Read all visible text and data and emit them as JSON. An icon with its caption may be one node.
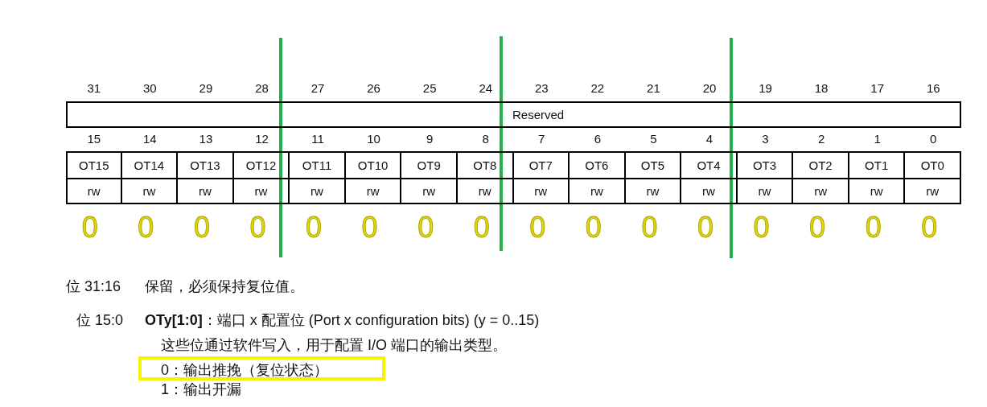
{
  "diagram": {
    "nodes": [
      {
        "text": [
          "0：输出推挽（复位状态）"
        ]
      }
    ],
    "labels": [
      "31",
      "30",
      "29",
      "28",
      "27",
      "26",
      "25",
      "24",
      "23",
      "22",
      "21",
      "20",
      "19",
      "18",
      "17",
      "16",
      "Reserved",
      "15",
      "14",
      "13",
      "12",
      "11",
      "10",
      "9",
      "8",
      "7",
      "6",
      "5",
      "4",
      "3",
      "2",
      "1",
      "0",
      "OT15",
      "OT14",
      "OT13",
      "OT12",
      "OT11",
      "OT10",
      "OT9",
      "OT8",
      "OT7",
      "OT6",
      "OT5",
      "OT4",
      "OT3",
      "OT2",
      "OT1",
      "OT0",
      "rw",
      "rw",
      "rw",
      "rw",
      "rw",
      "rw",
      "rw",
      "rw",
      "rw",
      "rw",
      "rw",
      "rw",
      "rw",
      "rw",
      "rw",
      "rw",
      "0",
      "0",
      "0",
      "0",
      "0",
      "0",
      "0",
      "0",
      "0",
      "0",
      "0",
      "0",
      "0",
      "0",
      "0",
      "0",
      "位 31:16",
      "保留，必须保持复位值。",
      "位 15:0",
      "**OTy[1:0]**：端口 x 配置位 (Port x configuration bits) (y = 0..15)",
      "这些位通过软件写入，用于配置 I/O 端口的输出类型。",
      "1：输出开漏"
    ]
  }
}
